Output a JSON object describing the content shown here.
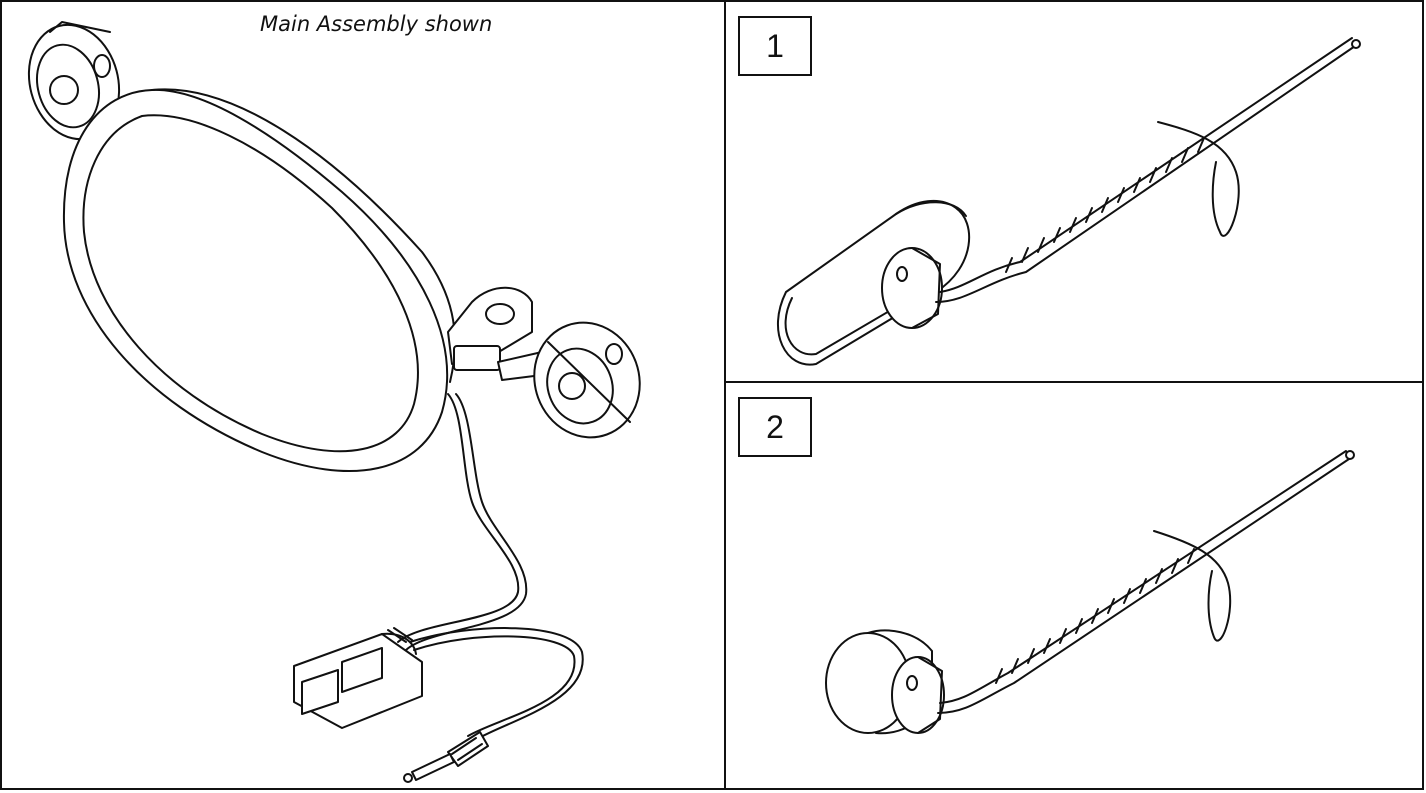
{
  "panels": {
    "main": {
      "caption": "Main Assembly shown"
    },
    "one": {
      "number": "1"
    },
    "two": {
      "number": "2"
    }
  }
}
